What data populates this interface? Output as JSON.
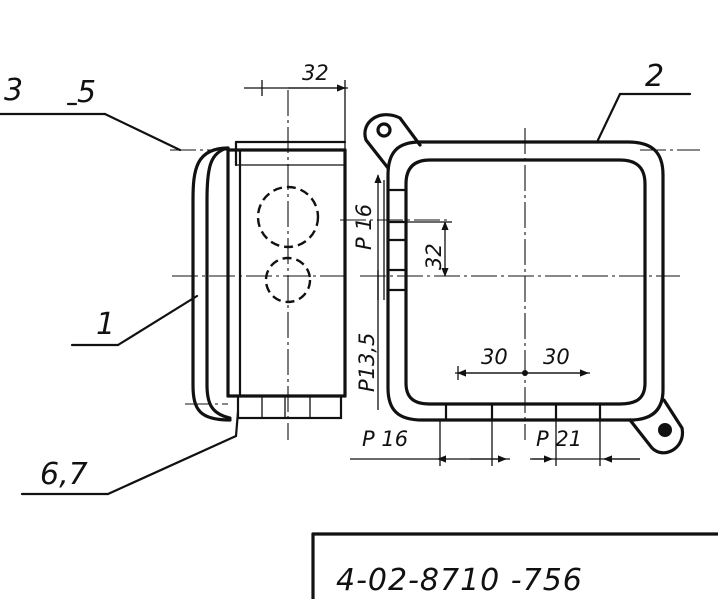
{
  "callouts": {
    "part_3": "3",
    "part_5": "5",
    "part_2": "2",
    "part_1": "1",
    "part_6_7": "6,7"
  },
  "dimensions": {
    "top_width": "32",
    "right_height": "32",
    "pitch_upper": "P 16",
    "pitch_vertical": "P13,5",
    "spacing_left": "30",
    "spacing_right": "30",
    "pitch_bottom_left": "P 16",
    "pitch_bottom_right": "P 21"
  },
  "title_block": {
    "document_number": "4-02-8710 -756"
  }
}
